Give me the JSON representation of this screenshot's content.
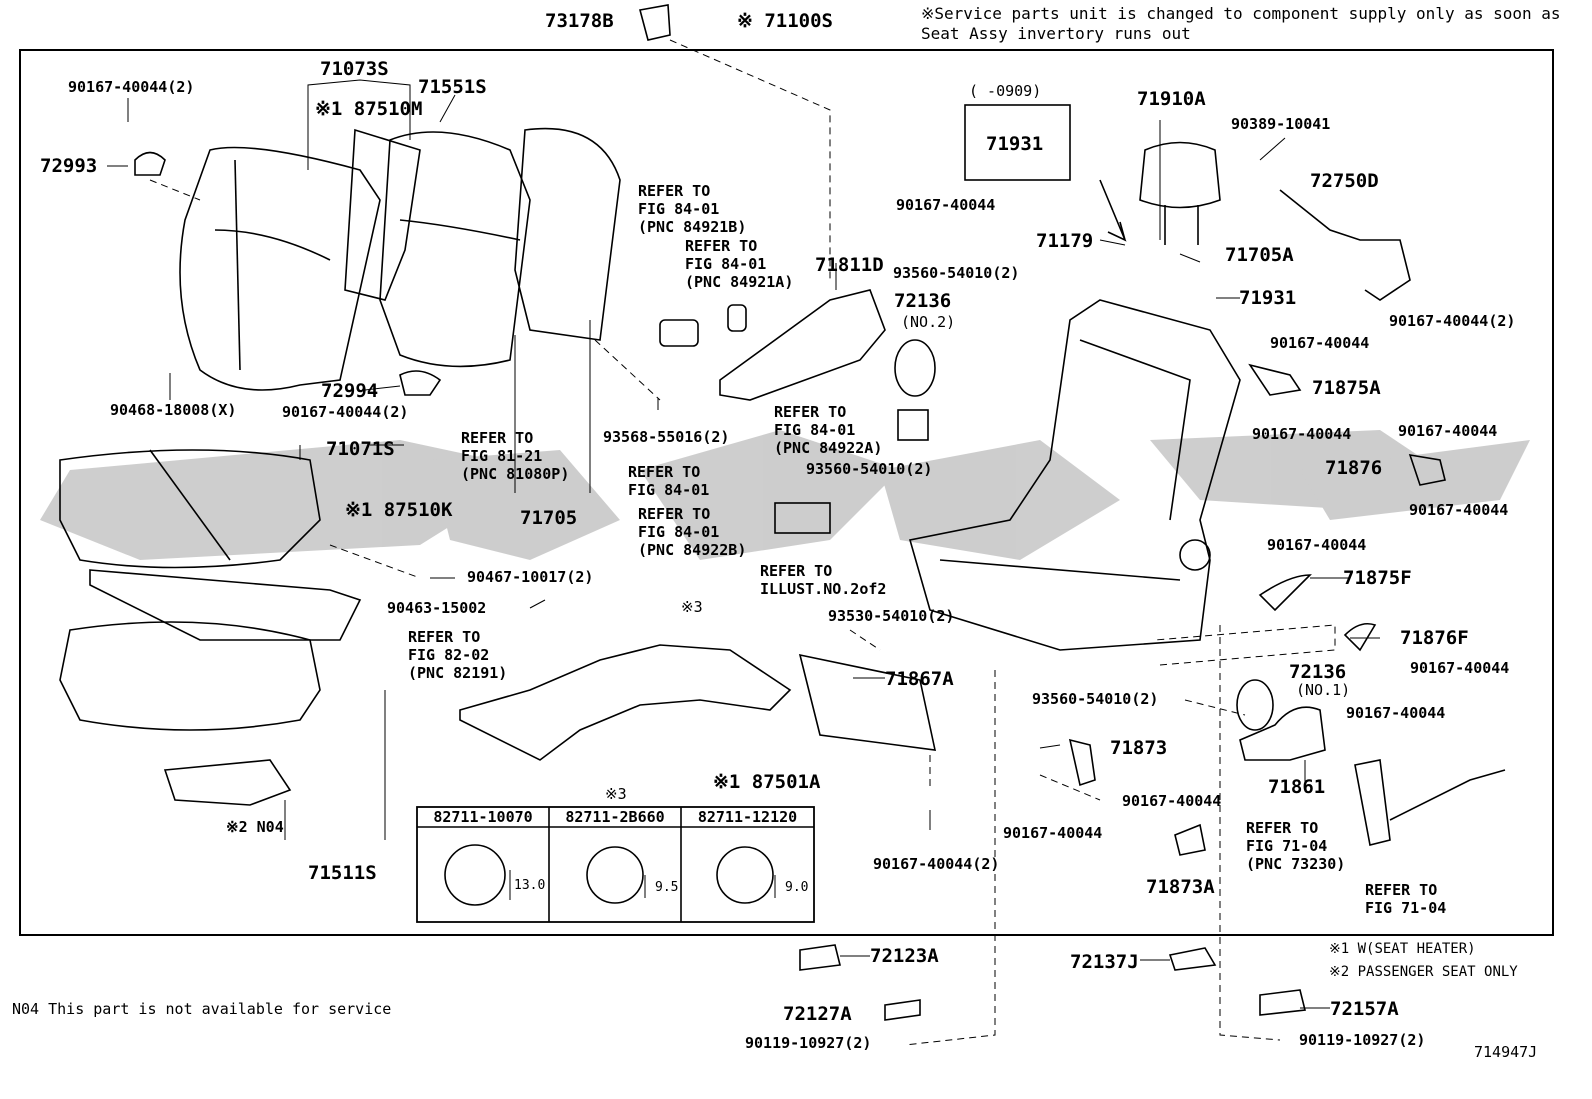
{
  "header": {
    "assembly_number": "※ 71100S",
    "service_note_line1": "※Service parts unit is changed to component supply only as soon as",
    "service_note_line2": "Seat Assy invertory runs out",
    "bracket_part": "73178B"
  },
  "parts": {
    "p90167_40044_2_a": "90167-40044(2)",
    "p72993": "72993",
    "p71073S": "71073S",
    "p87510M": "※1 87510M",
    "p71551S": "71551S",
    "p72994": "72994",
    "p90167_40044_2_b": "90167-40044(2)",
    "p90468": "90468-18008(X)",
    "p71071S": "71071S",
    "p87510K": "※1 87510K",
    "p90467": "90467-10017(2)",
    "p90463": "90463-15002",
    "p71705": "71705",
    "p93568": "93568-55016(2)",
    "p71811D": "71811D",
    "p72136_no2": "72136",
    "p72136_no2_sub": "(NO.2)",
    "p90167_40044_c": "90167-40044",
    "p93560_2_a": "93560-54010(2)",
    "p93560_2_b": "93560-54010(2)",
    "p93530": "93530-54010(2)",
    "p71867A": "71867A",
    "p90167_40044_2_d": "90167-40044(2)",
    "p87501A": "※1 87501A",
    "p71511S": "71511S",
    "pN04": "※2 N04",
    "p3_a": "※3",
    "p3_b": "※3",
    "p0909": "(      -0909)",
    "p71931_a": "71931",
    "p71910A": "71910A",
    "p90389": "90389-10041",
    "p72750D": "72750D",
    "p71179": "71179",
    "p71705A": "71705A",
    "p71931_b": "71931",
    "p90167_40044_2_e": "90167-40044(2)",
    "p90167_40044_f": "90167-40044",
    "p71875A": "71875A",
    "p90167_40044_g": "90167-40044",
    "p90167_40044_h": "90167-40044",
    "p71876": "71876",
    "p90167_40044_i": "90167-40044",
    "p90167_40044_j": "90167-40044",
    "p71875F": "71875F",
    "p71876F": "71876F",
    "p72136_no1": "72136",
    "p72136_no1_sub": "(NO.1)",
    "p90167_40044_k": "90167-40044",
    "p93560_2_c": "93560-54010(2)",
    "p90167_40044_l": "90167-40044",
    "p71873": "71873",
    "p90167_40044_m": "90167-40044",
    "p71861": "71861",
    "p90167_40044_n": "90167-40044",
    "p71873A": "71873A",
    "p72123A": "72123A",
    "p72127A": "72127A",
    "p90119_a": "90119-10927(2)",
    "p72137J": "72137J",
    "p72157A": "72157A",
    "p90119_b": "90119-10927(2)"
  },
  "refers": {
    "r84921B": "REFER TO\nFIG 84-01\n(PNC 84921B)",
    "r84921A": "REFER TO\nFIG 84-01\n(PNC 84921A)",
    "r81080P": "REFER TO\nFIG 81-21\n(PNC 81080P)",
    "r84922A": "REFER TO\nFIG 84-01\n(PNC 84922A)",
    "r84_01": "REFER TO\nFIG 84-01",
    "r84922B": "REFER TO\nFIG 84-01\n(PNC 84922B)",
    "rIllust": "REFER TO\nILLUST.NO.2of2",
    "r82191": "REFER TO\nFIG 82-02\n(PNC 82191)",
    "r73230": "REFER TO\nFIG 71-04\n(PNC 73230)",
    "r71_04": "REFER TO\nFIG 71-04"
  },
  "clip_table": {
    "columns": [
      "82711-10070",
      "82711-2B660",
      "82711-12120"
    ],
    "dimensions": [
      "13.0",
      "9.5",
      "9.0"
    ]
  },
  "legend": {
    "note1": "※1 W(SEAT HEATER)",
    "note2": "※2 PASSENGER SEAT ONLY"
  },
  "footer": {
    "n04_note": "N04  This part is not available for service",
    "illustration_id": "714947J"
  }
}
